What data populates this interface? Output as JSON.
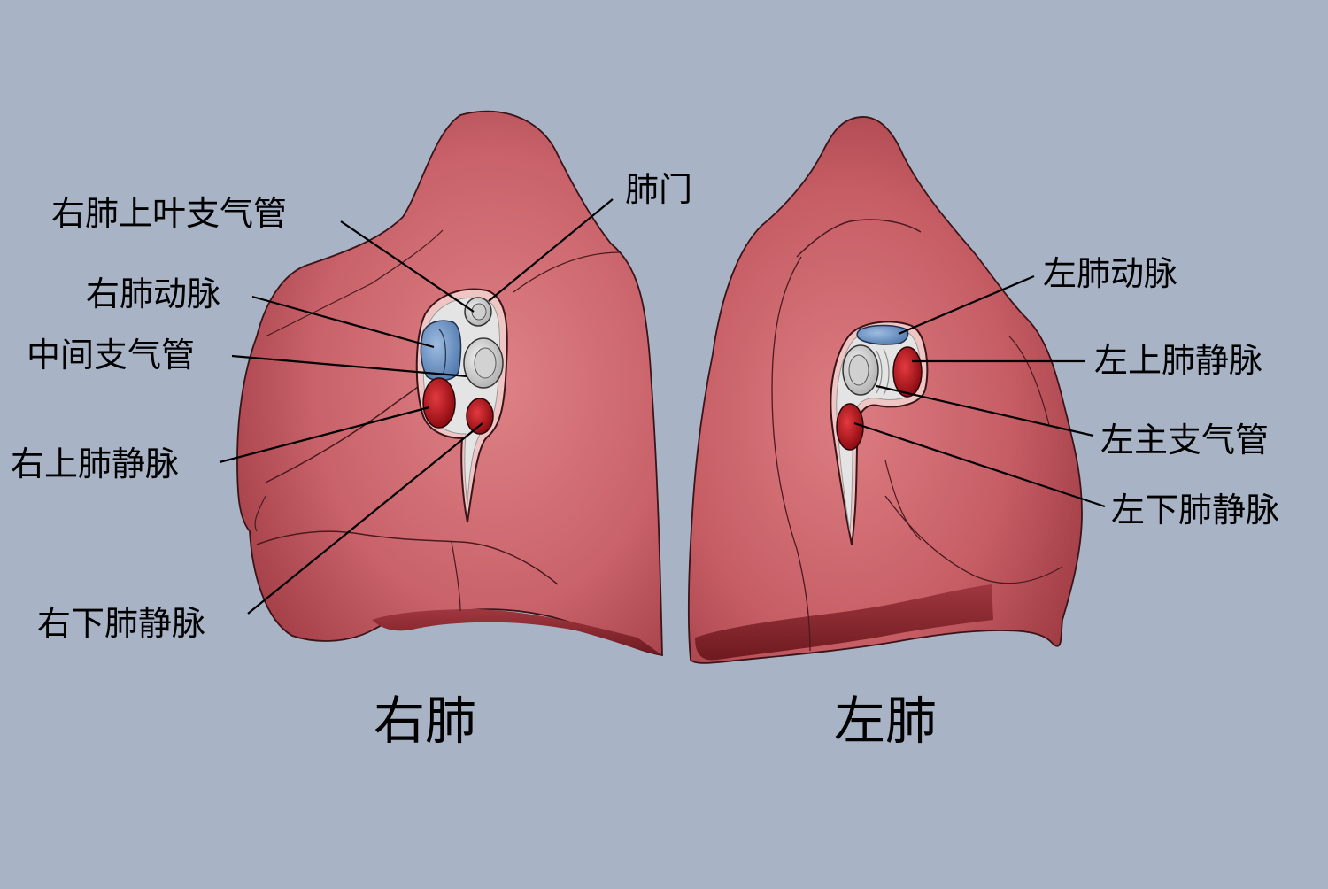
{
  "colors": {
    "background": "#a8b4c6",
    "lung_base": "#c9636a",
    "lung_light": "#dc7f83",
    "lung_dark": "#8c2a30",
    "artery": "#6f96c8",
    "vein": "#b0141c",
    "bronchus": "#d6d6d6",
    "leader_line": "#000000"
  },
  "labels": {
    "right_upper_lobe_bronchus": "右肺上叶支气管",
    "right_pulmonary_artery": "右肺动脉",
    "intermediate_bronchus": "中间支气管",
    "right_superior_pulmonary_vein": "右上肺静脉",
    "right_inferior_pulmonary_vein": "右下肺静脉",
    "hilum": "肺门",
    "left_pulmonary_artery": "左肺动脉",
    "left_superior_pulmonary_vein": "左上肺静脉",
    "left_main_bronchus": "左主支气管",
    "left_inferior_pulmonary_vein": "左下肺静脉"
  },
  "captions": {
    "right_lung": "右肺",
    "left_lung": "左肺"
  }
}
